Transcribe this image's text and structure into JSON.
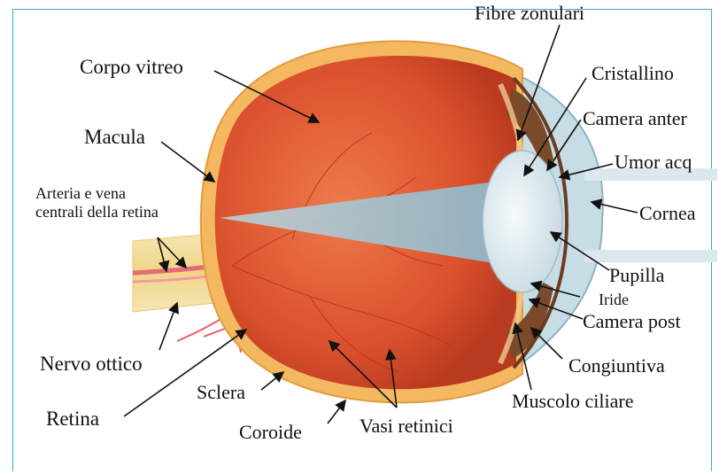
{
  "labels": {
    "fibre_zonulari": "Fibre zonulari",
    "corpo_vitreo": "Corpo vitreo",
    "cristallino": "Cristallino",
    "macula": "Macula",
    "camera_anteriore": "Camera anter",
    "umor_acqueo": "Umor acq",
    "arteria_vena_1": "Arteria e vena",
    "arteria_vena_2": "centrali della retina",
    "cornea": "Cornea",
    "pupilla": "Pupilla",
    "iride": "Iride",
    "camera_posteriore": "Camera post",
    "nervo_ottico": "Nervo ottico",
    "congiuntiva": "Congiuntiva",
    "sclera": "Sclera",
    "muscolo_ciliare": "Muscolo ciliare",
    "retina": "Retina",
    "coroide": "Coroide",
    "vasi_retinici": "Vasi retinici"
  },
  "colors": {
    "frame": "#3aa8d8",
    "sclera": "#f4b860",
    "vitreous": "#d9502c",
    "lens": "#e4eef2",
    "cornea": "#bcd6e0",
    "nerve": "#f2dfa0",
    "light_cone": "#a8c8d4",
    "vessel": "#e8606a"
  }
}
